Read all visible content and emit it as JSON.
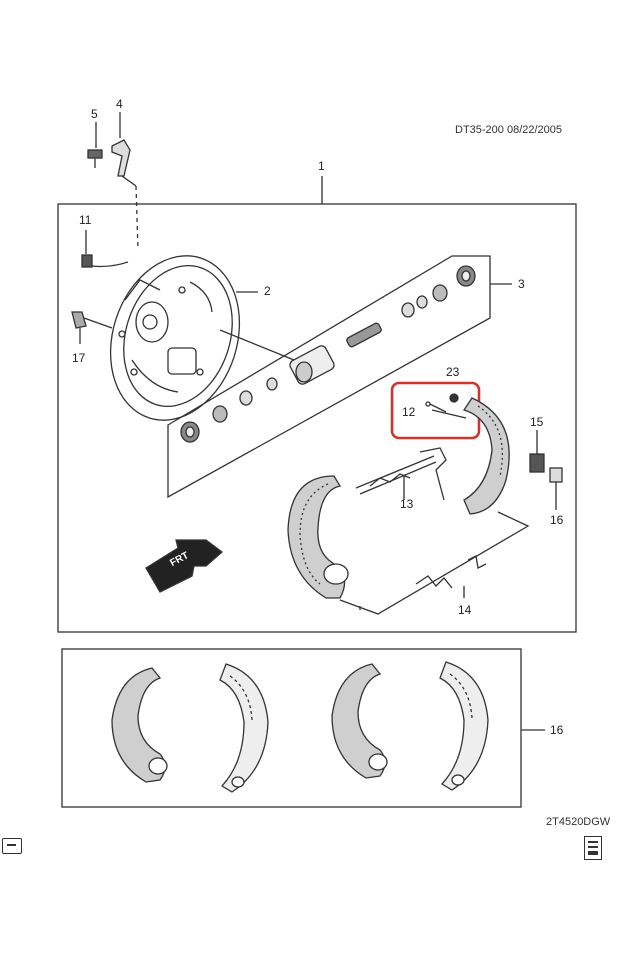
{
  "header": {
    "code": "DT35-200  08/22/2005"
  },
  "footer": {
    "code": "2T4520DGW"
  },
  "callouts": {
    "c1": "1",
    "c2": "2",
    "c3": "3",
    "c4": "4",
    "c5": "5",
    "c11": "11",
    "c12": "12",
    "c13": "13",
    "c14": "14",
    "c15": "15",
    "c16a": "16",
    "c16b": "16",
    "c17": "17",
    "c23": "23"
  },
  "arrow_text": "FRT",
  "colors": {
    "line": "#333333",
    "highlight": "#d0342c",
    "lining": "#b8b8b8"
  },
  "icons": {
    "left": "back-icon",
    "right": "document-icon"
  }
}
